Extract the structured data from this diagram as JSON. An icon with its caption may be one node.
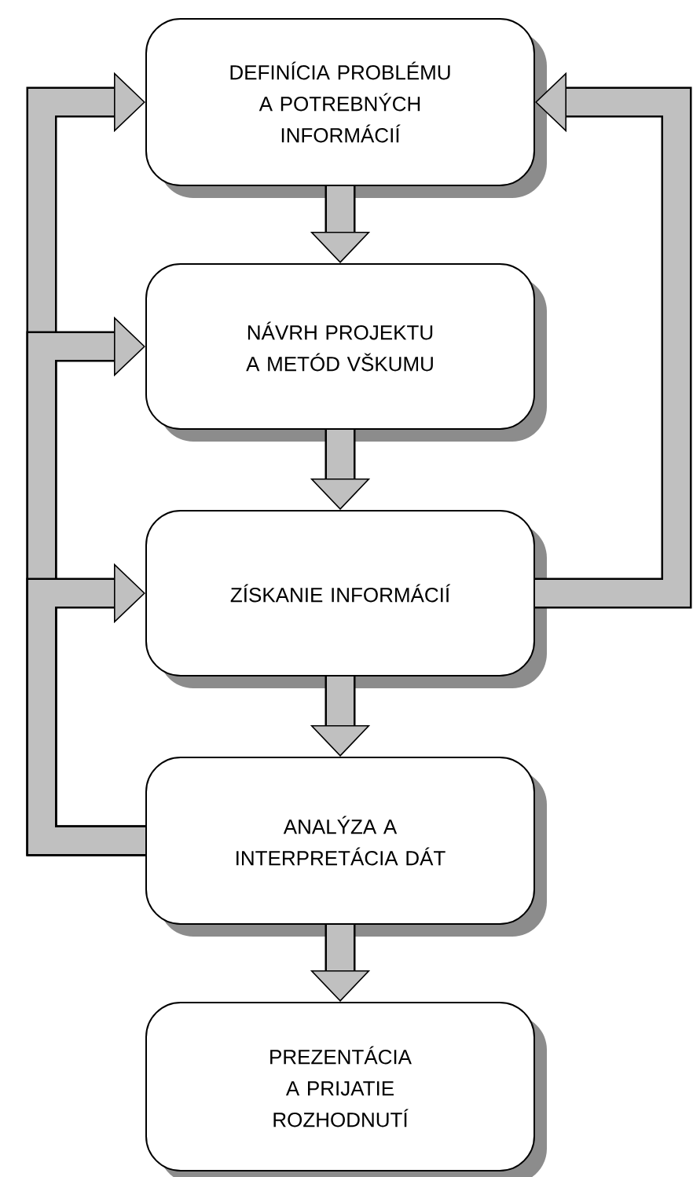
{
  "diagram": {
    "nodes": [
      {
        "text": [
          "DEFINÍCIA PROBLÉMU A POTREBNÝCH INFORMÁCIÍ"
        ]
      },
      {
        "text": [
          "NÁVRH PROJEKTU A METÓD VŠKUMU"
        ]
      },
      {
        "text": [
          "ZÍSKANIE INFORMÁCIÍ"
        ]
      },
      {
        "text": [
          "ANALÝZA A INTERPRETÁCIA DÁT"
        ]
      },
      {
        "text": [
          "PREZENTÁCIA A PRIJATIE ROZHODNUTÍ"
        ]
      }
    ],
    "edges": [
      {
        "from": 0,
        "to": 1,
        "arrow": "to"
      },
      {
        "from": 1,
        "to": 2,
        "arrow": "to"
      },
      {
        "from": 2,
        "to": 3,
        "arrow": "to"
      },
      {
        "from": 3,
        "to": 4,
        "arrow": "to"
      },
      {
        "from": 3,
        "to": 0,
        "arrow": "to"
      },
      {
        "from": 3,
        "to": 1,
        "arrow": "to"
      },
      {
        "from": 3,
        "to": 2,
        "arrow": "to"
      },
      {
        "from": 2,
        "to": 0,
        "arrow": "to"
      }
    ]
  }
}
